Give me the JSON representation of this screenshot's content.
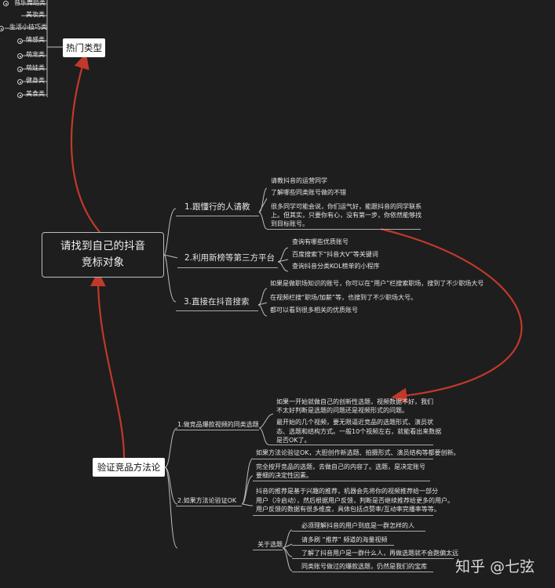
{
  "top_left": {
    "music_dance": "音乐舞蹈类",
    "beauty": "美妆类",
    "life_tips": "生活小技巧类",
    "categories": [
      "情感类",
      "萌宠类",
      "萌娃类",
      "健身类",
      "美食类"
    ]
  },
  "hot_types": "热门类型",
  "root": {
    "line1": "请找到自己的抖音",
    "line2": "竞标对象"
  },
  "method1": {
    "title": "1.跟懂行的人请教",
    "items": [
      "请教抖音的运营同学",
      "了解哪些同类账号做的不错",
      "很多同学可能会说，你们运气好，能跟抖音的同学联系",
      "上。但其实，只要你有心，没有第一步，你依然能够找",
      "到目标账号。"
    ]
  },
  "method2": {
    "title": "2.利用新榜等第三方平台",
    "items": [
      "查询有哪些优质账号",
      "百度搜索下“抖音大V”等关键词",
      "查询抖音分类KOL榜单的小程序"
    ]
  },
  "method3": {
    "title": "3.直接在抖音搜索",
    "items": [
      "如果是做职场知识的账号，你可以在“用户”栏搜索职场，搜到了不少职场大号",
      "在视频栏搜“职场/加薪”等，也搜到了不少职场大号。",
      "都可以看到很多相关的优质账号"
    ]
  },
  "verify": {
    "title": "验证竞品方法论",
    "b1": {
      "label": "1.做竞品爆款视频的同类选题",
      "note1": [
        "如果一开始就做自己的创新性选题，视频数据不好，我们",
        "不太好判断是选题的问题还是视频形式的问题。"
      ],
      "note2": [
        "最开始的几个视频，要无限逼近竞品的选题形式、演员状",
        "态、选题和结构方式。一般10个视频左右，就能看出来数据",
        "是否OK了。"
      ]
    },
    "b2": {
      "label": "2.如果方法论验证OK",
      "items": [
        "如果方法论验证OK，大胆创作新选题、拍摄形式、演员结构等都要创新。",
        "完全按开竞品的选题，去做自己的内容了。选题，是决定账号",
        "要细的决定性因素。",
        "抖音的推荐是基于兴趣的推荐，机器会先将你的视频推荐给一部分",
        "用户（冷启动），然后根据用户反馈，判断是否继续推荐给更多的用户。",
        "用户反馈的数据有很多维度，具体包括点赞率/互动率完播率等等。"
      ]
    },
    "about": {
      "label": "关于选题",
      "items": [
        "必须理解抖音的用户到底是一群怎样的人",
        "请多刷 “推荐” 频道的海量视频",
        "了解了抖音用户是一群什么人，再做选题就不会跑偏太远",
        "同类账号做过的爆款选题，仍然是我们的宝库"
      ]
    }
  },
  "watermark": "知乎 @七弦",
  "colors": {
    "background": "#1e1e1e",
    "connector": "#c8c8c8",
    "arrow": "#c0392b",
    "text": "#e4e4e4"
  }
}
